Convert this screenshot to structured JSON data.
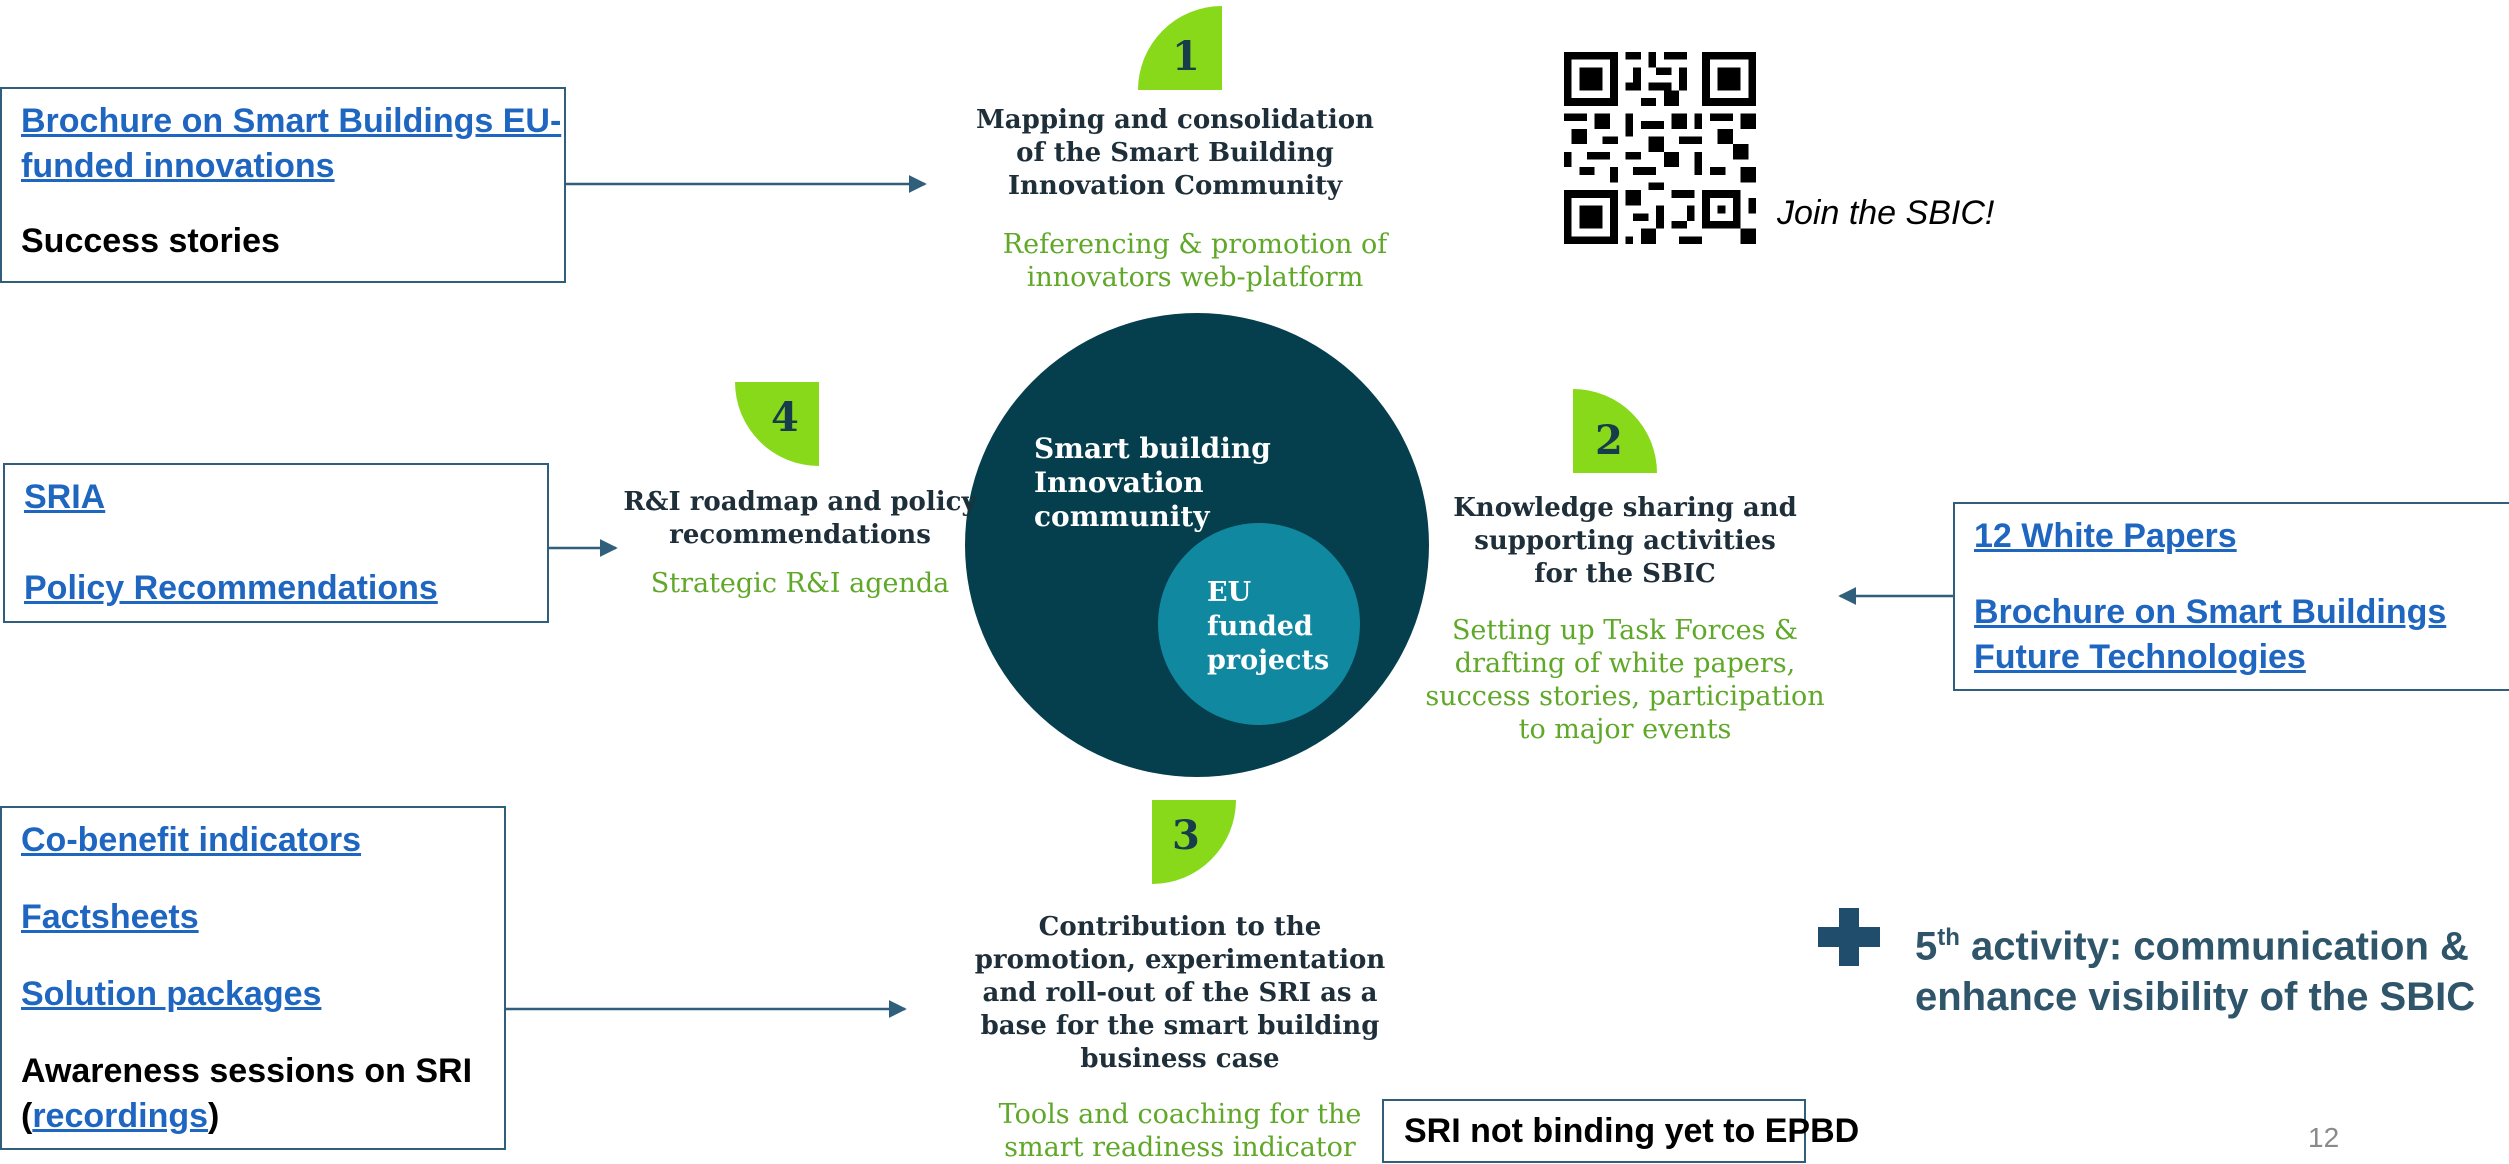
{
  "activities": {
    "a1": {
      "number": "1",
      "title_lines": [
        "Mapping and consolidation",
        "of the Smart Building",
        "Innovation Community"
      ],
      "sub_lines": [
        "Referencing & promotion of",
        "innovators web-platform"
      ]
    },
    "a2": {
      "number": "2",
      "title_lines": [
        "Knowledge sharing and",
        "supporting activities",
        "for the SBIC"
      ],
      "sub_lines": [
        "Setting up Task Forces &",
        "drafting of white papers,",
        "success stories, participation",
        "to major events"
      ]
    },
    "a3": {
      "number": "3",
      "title_lines": [
        "Contribution to the",
        "promotion, experimentation",
        "and roll-out of the SRI as a",
        "base for the smart building",
        "business case"
      ],
      "sub_lines": [
        "Tools and coaching for the",
        "smart readiness indicator"
      ]
    },
    "a4": {
      "number": "4",
      "title_lines": [
        "R&I roadmap and policy",
        "recommendations"
      ],
      "sub_lines": [
        "Strategic R&I agenda"
      ]
    }
  },
  "circle": {
    "outer_lines": [
      "Smart building",
      "Innovation",
      "community"
    ],
    "inner_lines": [
      "EU",
      "funded",
      "projects"
    ]
  },
  "boxes": {
    "top_left": {
      "link1_lines": [
        "Brochure on Smart Buildings EU-",
        "funded innovations"
      ],
      "plain": "Success stories"
    },
    "mid_left": {
      "link1": "SRIA",
      "link2": "Policy Recommendations"
    },
    "bottom_left": {
      "link1": "Co-benefit indicators",
      "link2": "Factsheets",
      "link3": "Solution packages",
      "plain": "Awareness sessions on SRI",
      "open": "(",
      "link4": "recordings",
      "close": ")"
    },
    "right": {
      "link1": "12 White Papers",
      "link2_lines": [
        "Brochure on Smart Buildings",
        "Future Technologies"
      ]
    },
    "note": "SRI not binding yet to EPBD"
  },
  "qr_caption": "Join the SBIC!",
  "fifth": {
    "num": "5",
    "sup": "th",
    "rest": " activity: communication &",
    "line2": "enhance visibility of the SBIC"
  },
  "page_number": "12",
  "colors": {
    "dark_teal": "#053f4d",
    "inner_teal": "#10889f",
    "lime": "#89d91b",
    "link_blue": "#1f66c1",
    "green_text": "#5fa828",
    "box_border": "#2f5f7a",
    "plus": "#1f4d6b"
  }
}
